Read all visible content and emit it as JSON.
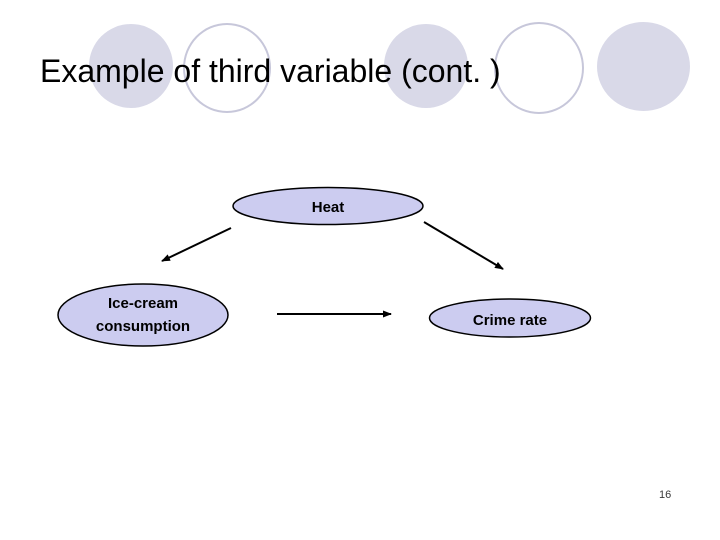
{
  "slide": {
    "title": "Example of third variable (cont. )",
    "page_number": "16",
    "background_color": "#ffffff"
  },
  "decorations": {
    "filled_circle_color": "#d9d9e8",
    "outlined_circle_border_color": "#c7c7da",
    "circle_count": 5
  },
  "diagram": {
    "node_fill": "#ccccf0",
    "node_stroke": "#000000",
    "arrow_color": "#000000",
    "nodes": [
      {
        "id": "heat",
        "label": "Heat"
      },
      {
        "id": "ice_cream",
        "label": "Ice-cream consumption"
      },
      {
        "id": "crime_rate",
        "label": "Crime rate"
      }
    ],
    "edges": [
      {
        "from": "Heat",
        "to": "Ice-cream consumption"
      },
      {
        "from": "Heat",
        "to": "Crime rate"
      },
      {
        "from": "Ice-cream consumption",
        "to": "Crime rate"
      }
    ]
  }
}
